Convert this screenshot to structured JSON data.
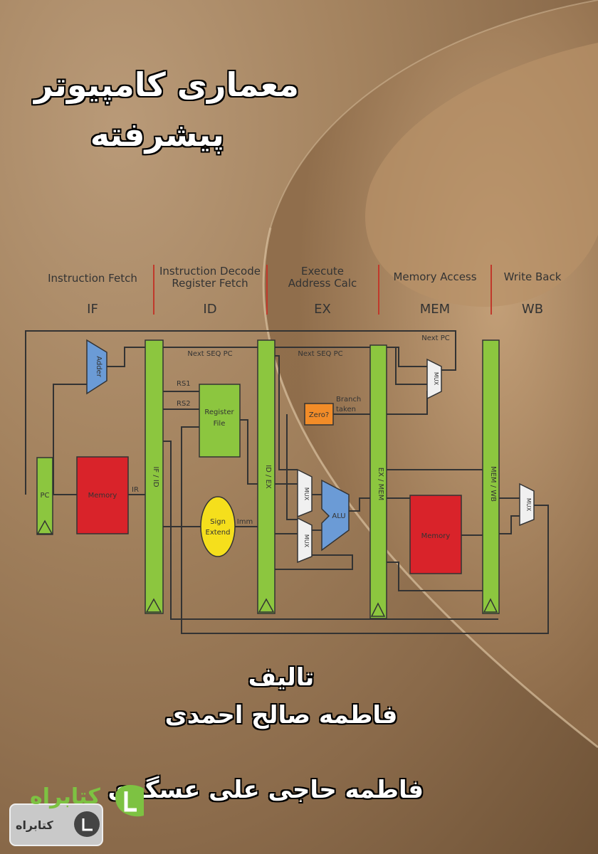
{
  "book": {
    "title_line1": "معماری کامپیوتر",
    "title_line2": "پیشرفته",
    "author_label": "تالیف",
    "author_1": "فاطمه صالح احمدی",
    "author_2": "فاطمه حاجی علی عسگری"
  },
  "diagram": {
    "stages": [
      {
        "name": "Instruction Fetch",
        "abbr": "IF"
      },
      {
        "name": "Instruction Decode\nRegister Fetch",
        "abbr": "ID"
      },
      {
        "name": "Execute\nAddress Calc",
        "abbr": "EX"
      },
      {
        "name": "Memory Access",
        "abbr": "MEM"
      },
      {
        "name": "Write Back",
        "abbr": "WB"
      }
    ],
    "labels": {
      "adder": "Adder",
      "pc": "PC",
      "memory1": "Memory",
      "ir": "IR",
      "if_id": "IF / ID",
      "next_seq_pc1": "Next SEQ PC",
      "next_seq_pc2": "Next SEQ PC",
      "rs1": "RS1",
      "rs2": "RS2",
      "register_file": "Register File",
      "sign_extend": "Sign Extend",
      "imm": "Imm",
      "id_ex": "ID / EX",
      "zero": "Zero?",
      "branch_taken": "Branch taken",
      "mux_a": "MUX",
      "mux_b": "MUX",
      "alu": "ALU",
      "ex_mem": "EX / MEM",
      "memory2": "Memory",
      "mux_pc": "MUX",
      "next_pc": "Next PC",
      "mem_wb": "MEM / WB",
      "mux_wb": "MUX"
    },
    "colors": {
      "latch": "#8cc63f",
      "memory": "#d9232a",
      "adder": "#6b9bd6",
      "sign_extend": "#f5df1c",
      "zero": "#f28c28",
      "mux": "#f0f0f0",
      "stage_divider": "#c0392b"
    }
  },
  "logo": {
    "brand": "کتابراه",
    "brand_small": "کتابراه"
  }
}
